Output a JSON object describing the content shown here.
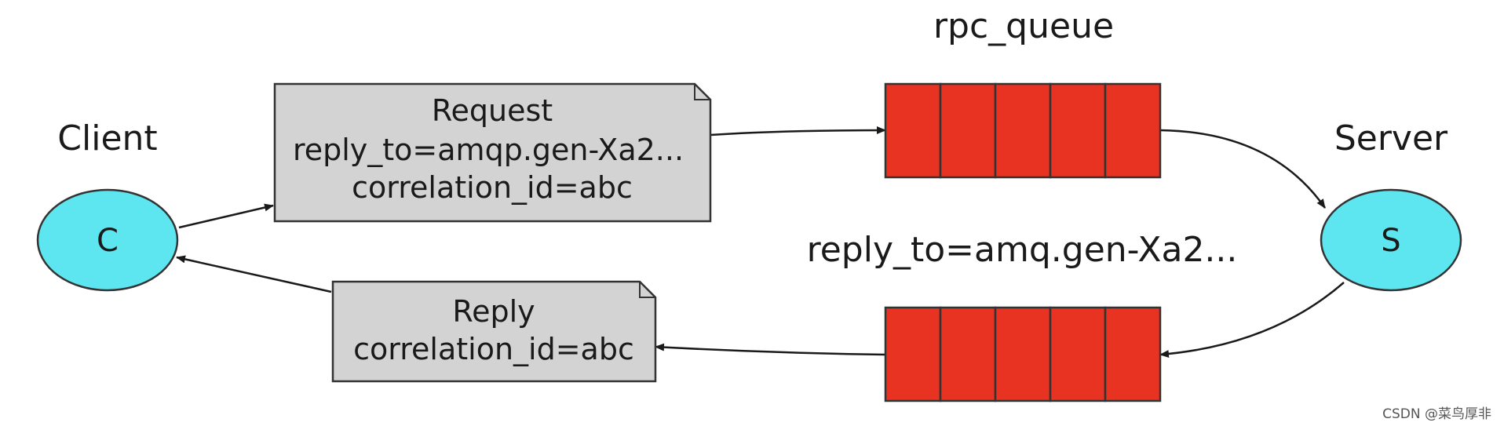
{
  "client": {
    "label": "Client",
    "node_text": "C"
  },
  "server": {
    "label": "Server",
    "node_text": "S"
  },
  "request_queue": {
    "name": "rpc_queue"
  },
  "reply_queue": {
    "name": "reply_to=amq.gen-Xa2..."
  },
  "request_note": {
    "lines": [
      "Request",
      "reply_to=amqp.gen-Xa2...",
      "correlation_id=abc"
    ]
  },
  "reply_note": {
    "lines": [
      "Reply",
      "correlation_id=abc"
    ]
  },
  "watermark": "CSDN @菜鸟厚非",
  "colors": {
    "node_fill": "#5ee6f0",
    "queue_fill": "#e83222",
    "note_fill": "#d3d3d3",
    "stroke": "#333333"
  }
}
